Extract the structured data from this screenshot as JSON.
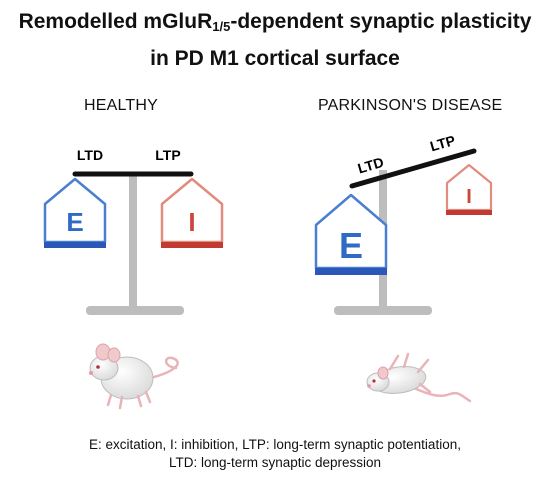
{
  "title": {
    "line1_pre": "Remodelled mGluR",
    "line1_sub": "1/5",
    "line1_post": "-dependent synaptic plasticity",
    "line2": "in PD M1 cortical surface"
  },
  "panels": {
    "healthy": {
      "label": "HEALTHY",
      "beam_left": "LTD",
      "beam_right": "LTP",
      "left_weight": "E",
      "right_weight": "I"
    },
    "pd": {
      "label": "PARKINSON'S DISEASE",
      "beam_left": "LTD",
      "beam_right": "LTP",
      "left_weight": "E",
      "right_weight": "I"
    }
  },
  "caption": {
    "line1": "E: excitation, I: inhibition, LTP: long-term synaptic potentiation,",
    "line2": "LTD: long-term synaptic depression"
  },
  "colors": {
    "excitation": "#4a7fd0",
    "excitation_base": "#2a57b8",
    "inhibition": "#e08c7e",
    "inhibition_base": "#c33a32",
    "scale_stand": "#bdbdbd",
    "beam": "#111111"
  },
  "icons": {
    "healthy_animal": "standing-mouse-icon",
    "pd_animal": "lying-mouse-icon"
  }
}
